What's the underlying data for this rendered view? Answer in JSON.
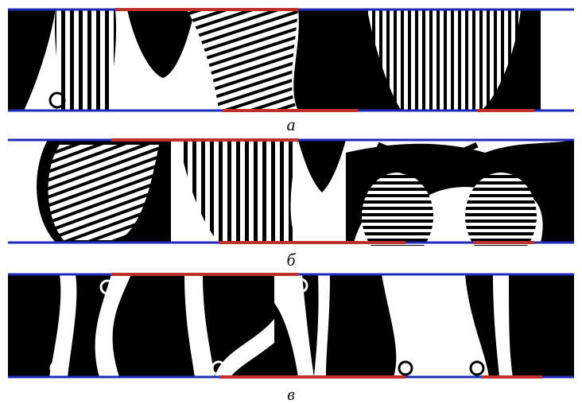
{
  "colors": {
    "fringe_dark": "#000000",
    "fringe_light": "#ffffff",
    "boundary_blue": "#1c2bb8",
    "boundary_red": "#c0302a"
  },
  "figures": [
    {
      "caption": "а"
    },
    {
      "caption": "б"
    },
    {
      "caption": "в"
    }
  ]
}
